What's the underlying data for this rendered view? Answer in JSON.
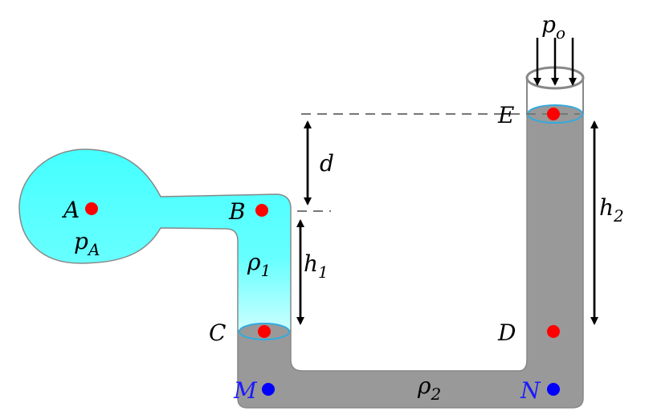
{
  "points": {
    "A": {
      "label": "A",
      "color": "#ff0000"
    },
    "B": {
      "label": "B",
      "color": "#ff0000"
    },
    "C": {
      "label": "C",
      "color": "#ff0000"
    },
    "D": {
      "label": "D",
      "color": "#ff0000"
    },
    "E": {
      "label": "E",
      "color": "#ff0000"
    },
    "M": {
      "label": "M",
      "color": "#0000ff"
    },
    "N": {
      "label": "N",
      "color": "#0000ff"
    }
  },
  "quantities": {
    "pA": {
      "base": "p",
      "sub": "A"
    },
    "po": {
      "base": "p",
      "sub": "o"
    },
    "rho1": {
      "base": "ρ",
      "sub": "1"
    },
    "rho2": {
      "base": "ρ",
      "sub": "2"
    },
    "h1": {
      "base": "h",
      "sub": "1"
    },
    "h2": {
      "base": "h",
      "sub": "2"
    },
    "d": {
      "base": "d"
    }
  },
  "colors": {
    "fluid1_top": "#44ffff",
    "fluid1_bottom": "#ccffff",
    "fluid2": "#999999",
    "tube_outline": "#888888",
    "surface_ellipse": "#33aadd",
    "dashed": "#777777"
  }
}
